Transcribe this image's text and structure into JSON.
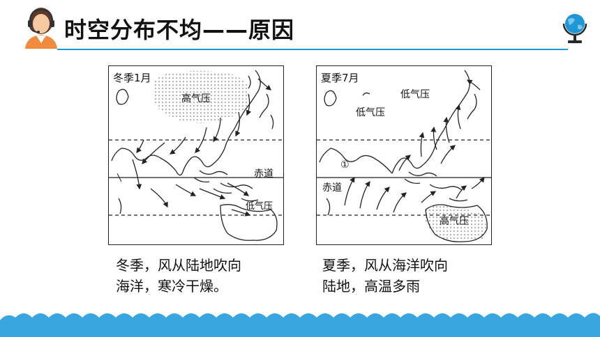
{
  "header": {
    "title": "时空分布不均——原因"
  },
  "colors": {
    "accent": "#1f97d4",
    "wave": "#3aa6e0"
  },
  "icons": {
    "avatar": "customer-service-avatar-icon",
    "globe": "globe-icon"
  },
  "winter_map": {
    "season_label": "冬季1月",
    "high_pressure": "高气压",
    "equator": "赤道",
    "low_pressure": "低气压"
  },
  "summer_map": {
    "season_label": "夏季7月",
    "low_pressure_1": "低气压",
    "low_pressure_2": "低气压",
    "marker": "①",
    "equator": "赤道",
    "high_pressure": "高气压"
  },
  "captions": {
    "winter": [
      "冬季，风从陆地吹向",
      "海洋，寒冷干燥。"
    ],
    "summer": [
      "夏季，风从海洋吹向",
      "陆地，高温多雨"
    ]
  }
}
